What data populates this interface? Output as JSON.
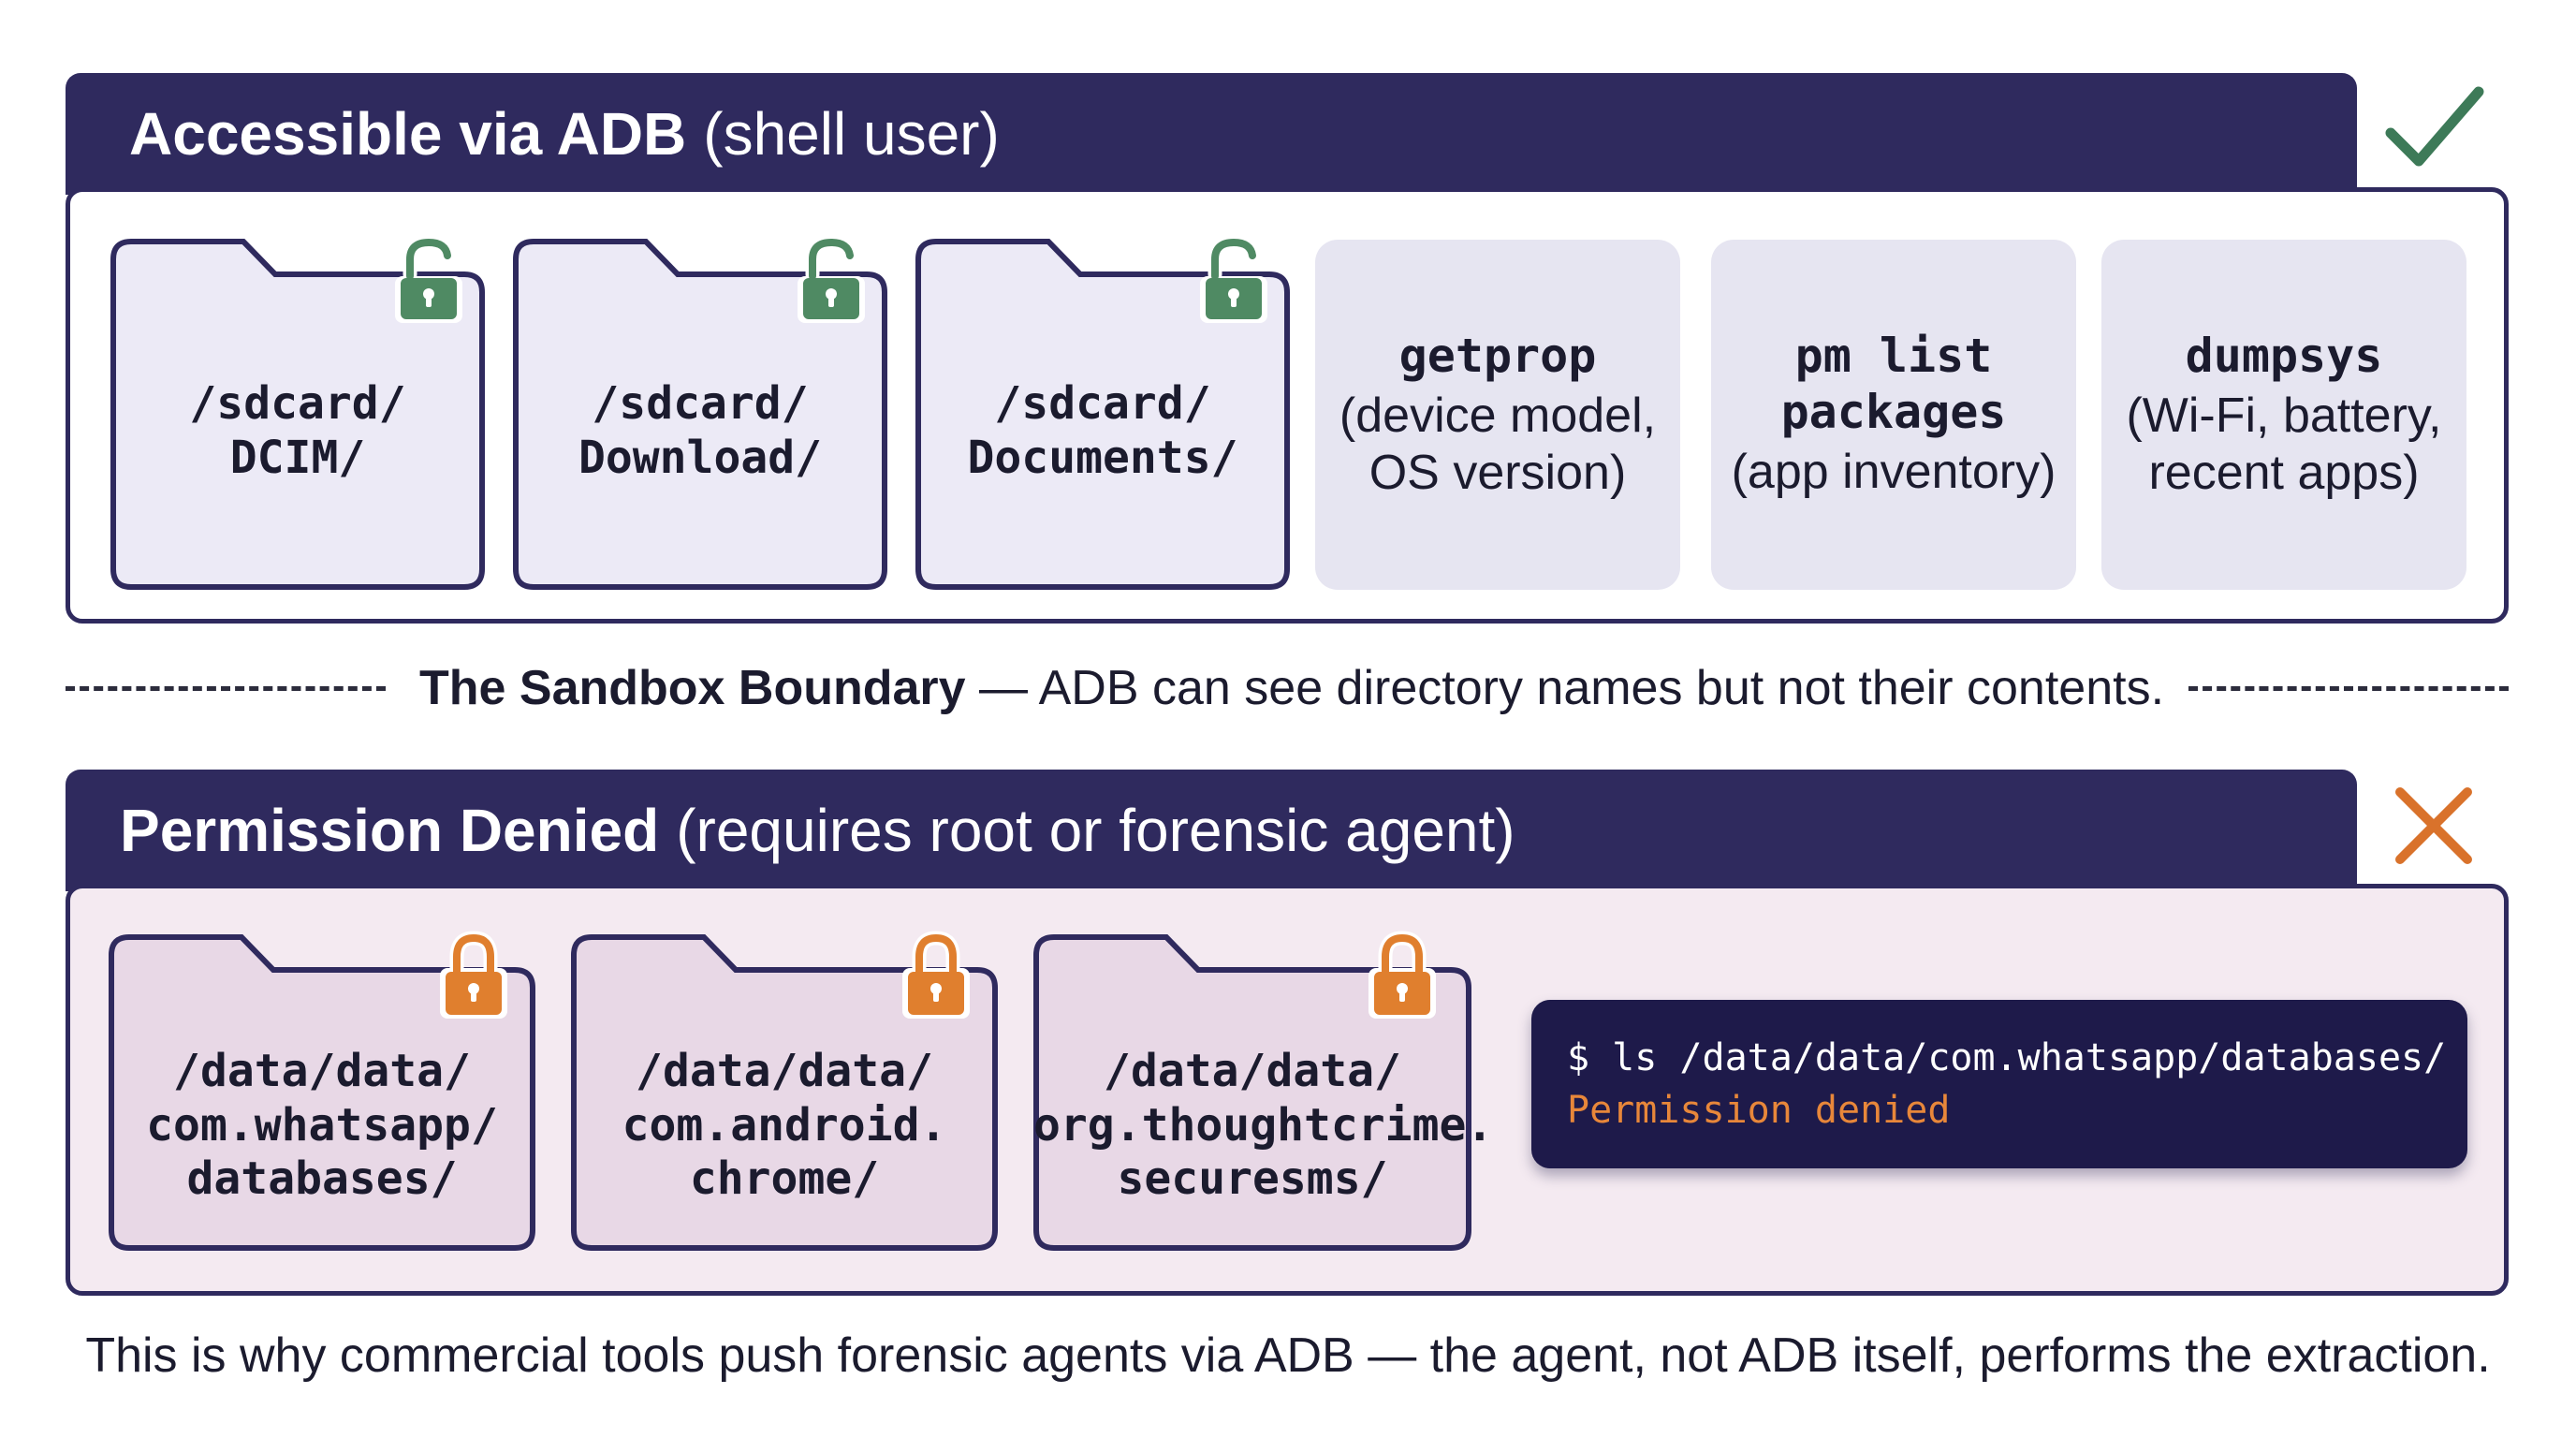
{
  "accessible_section": {
    "title_strong": "Accessible via ADB",
    "title_light": "(shell user)",
    "status_icon": "check-icon",
    "status_color": "#3d7a58",
    "lock_color": "#4f8a63",
    "folders": [
      {
        "lines": [
          "/sdcard/",
          "DCIM/"
        ],
        "icon": "unlocked-padlock-icon"
      },
      {
        "lines": [
          "/sdcard/",
          "Download/"
        ],
        "icon": "unlocked-padlock-icon"
      },
      {
        "lines": [
          "/sdcard/",
          "Documents/"
        ],
        "icon": "unlocked-padlock-icon"
      }
    ],
    "commands": [
      {
        "cmd_lines": [
          "getprop"
        ],
        "desc_lines": [
          "(device model,",
          "OS version)"
        ]
      },
      {
        "cmd_lines": [
          "pm list",
          "packages"
        ],
        "desc_lines": [
          "(app inventory)"
        ]
      },
      {
        "cmd_lines": [
          "dumpsys"
        ],
        "desc_lines": [
          "(Wi-Fi, battery,",
          "recent apps)"
        ]
      }
    ]
  },
  "boundary": {
    "strong": "The Sandbox Boundary",
    "text": " — ADB can see directory names but not their contents."
  },
  "denied_section": {
    "title_strong": "Permission Denied",
    "title_light": "(requires root or forensic agent)",
    "status_icon": "cross-icon",
    "status_color": "#d9722b",
    "lock_color": "#e07f2e",
    "folders": [
      {
        "lines": [
          "/data/data/",
          "com.whatsapp/",
          "databases/"
        ],
        "icon": "locked-padlock-icon"
      },
      {
        "lines": [
          "/data/data/",
          "com.android.",
          "chrome/"
        ],
        "icon": "locked-padlock-icon"
      },
      {
        "lines": [
          "/data/data/",
          "org.thoughtcrime.",
          "securesms/"
        ],
        "icon": "locked-padlock-icon"
      }
    ],
    "terminal": {
      "command": "$ ls /data/data/com.whatsapp/databases/",
      "error": "Permission denied"
    }
  },
  "footer": "This is why commercial tools push forensic agents via ADB — the agent, not ADB itself, performs the extraction.",
  "colors": {
    "header_bg": "#2f2a5e",
    "accessible_folder_fill": "#eceaf6",
    "denied_folder_fill": "#e8d8e6",
    "denied_panel_bg": "#f4eaf1",
    "card_bg": "#e6e5f1",
    "terminal_bg": "#1e1a4a",
    "terminal_error": "#e8873a"
  }
}
